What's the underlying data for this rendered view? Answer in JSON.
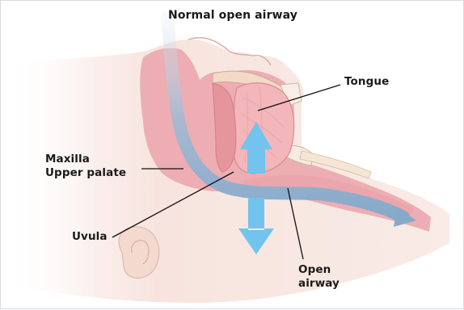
{
  "figure": {
    "title": "Normal open airway",
    "labels": {
      "tongue": "Tongue",
      "maxilla_line1": "Maxilla",
      "maxilla_line2": "Upper palate",
      "uvula": "Uvula",
      "airway_line1": "Open",
      "airway_line2": "airway"
    }
  },
  "colors": {
    "skin": "#f8e6df",
    "tissue": "#e89fa6",
    "tongue": "#f2b9bd",
    "airway_stream": "#8fb1cf",
    "arrow": "#72c3ee",
    "leader_line": "#111111"
  }
}
